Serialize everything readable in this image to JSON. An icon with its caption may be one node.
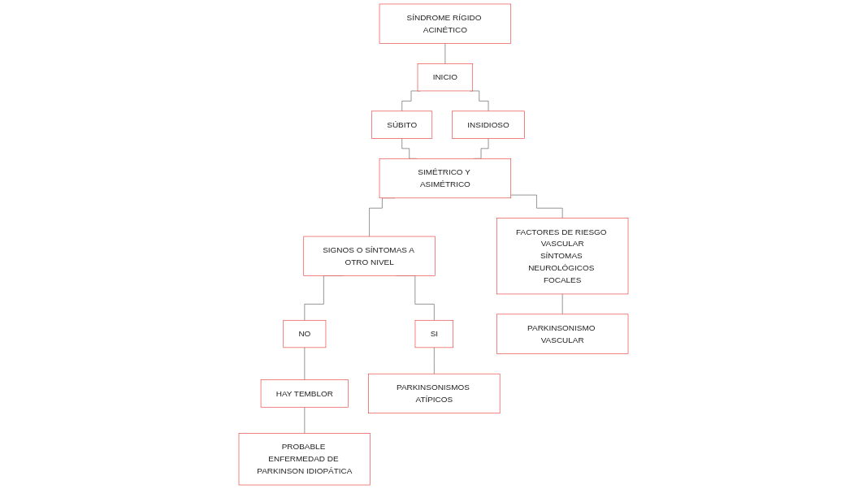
{
  "diagram": {
    "nodes": [
      {
        "text": [
          "SÍNDROME RÍGIDO ACINÉTICO"
        ]
      },
      {
        "text": [
          "INICIO"
        ]
      },
      {
        "text": [
          "SÚBITO"
        ]
      },
      {
        "text": [
          "INSIDIOSO"
        ]
      },
      {
        "text": [
          "SIMÉTRICO Y ASIMÉTRICO"
        ]
      },
      {
        "text": [
          "FACTORES DE RIESGO VASCULAR",
          "SÍNTOMAS NEUROLÓGICOS FOCALES"
        ]
      },
      {
        "text": [
          "SIGNOS O SÍNTOMAS A OTRO NIVEL"
        ]
      },
      {
        "text": [
          "SI"
        ]
      },
      {
        "text": [
          "NO"
        ]
      },
      {
        "text": [
          "HAY TEMBLOR"
        ]
      },
      {
        "text": [
          "PARKINSONISMO VASCULAR"
        ]
      },
      {
        "text": [
          "PARKINSONISMOS ATÍPICOS"
        ]
      },
      {
        "text": [
          "PROBABLE ENFERMEDAD DE PARKINSON IDIOPÁTICA"
        ]
      }
    ],
    "edges": [
      {
        "from": 0,
        "to": 1,
        "arrow": "none"
      },
      {
        "from": 1,
        "to": 2,
        "arrow": "none"
      },
      {
        "from": 1,
        "to": 3,
        "arrow": "none"
      },
      {
        "from": 2,
        "to": 4,
        "arrow": "none"
      },
      {
        "from": 3,
        "to": 4,
        "arrow": "none"
      },
      {
        "from": 4,
        "to": 5,
        "arrow": "none"
      },
      {
        "from": 4,
        "to": 6,
        "arrow": "none"
      },
      {
        "from": 6,
        "to": 7,
        "arrow": "none"
      },
      {
        "from": 6,
        "to": 8,
        "arrow": "none"
      },
      {
        "from": 8,
        "to": 9,
        "arrow": "none"
      },
      {
        "from": 5,
        "to": 10,
        "arrow": "none"
      },
      {
        "from": 7,
        "to": 11,
        "arrow": "none"
      },
      {
        "from": 9,
        "to": 12,
        "arrow": "none"
      }
    ]
  }
}
